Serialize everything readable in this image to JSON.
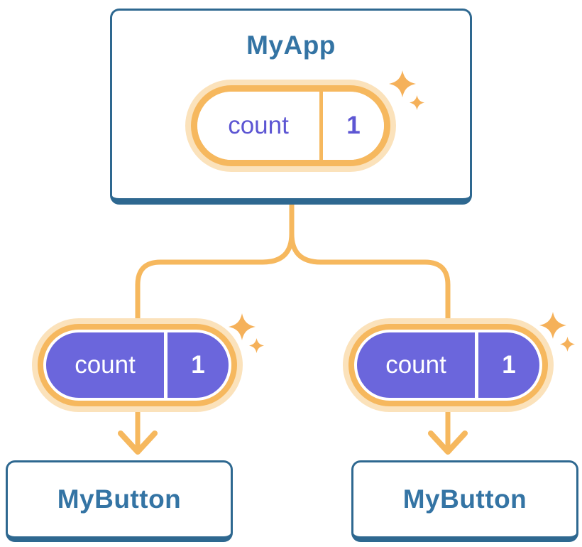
{
  "colors": {
    "background": "#ffffff",
    "card_border": "#2E6890",
    "card_fill": "#ffffff",
    "title_text": "#3474A4",
    "connector": "#F6B85E",
    "pill_ring": "#F6B85E",
    "pill_halo": "#FBE2BB",
    "pill_purple": "#6B66DC",
    "pill_indigo_text": "#5D56D3",
    "sparkle": "#F5B15A"
  },
  "icons": {
    "sparkle": "sparkle-icon"
  },
  "tree": {
    "root": {
      "title": "MyApp",
      "state": {
        "name": "count",
        "value": "1"
      }
    },
    "children": [
      {
        "title": "MyButton",
        "state": {
          "name": "count",
          "value": "1"
        }
      },
      {
        "title": "MyButton",
        "state": {
          "name": "count",
          "value": "1"
        }
      }
    ]
  }
}
